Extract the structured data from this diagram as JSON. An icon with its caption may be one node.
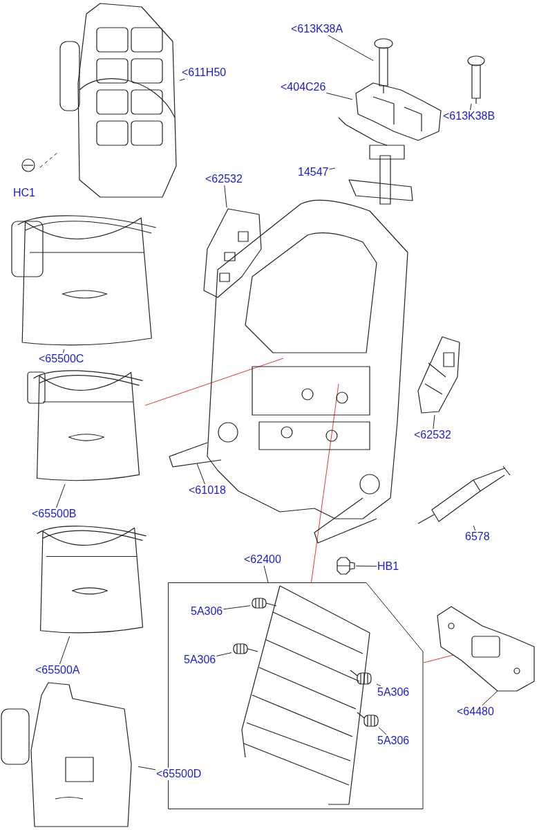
{
  "diagram": {
    "nodes": [
      {
        "text": [
          "<611H50"
        ]
      },
      {
        "text": [],
        "shape": "picture"
      },
      {
        "text": [
          "HC1"
        ]
      },
      {
        "text": [
          "<613K38A"
        ]
      },
      {
        "text": [],
        "shape": "picture"
      },
      {
        "text": [
          "<404C26"
        ]
      },
      {
        "text": [],
        "shape": "picture"
      },
      {
        "text": [
          "<613K38B"
        ]
      },
      {
        "text": [],
        "shape": "picture"
      },
      {
        "text": [
          "14547"
        ]
      },
      {
        "text": [],
        "shape": "picture"
      },
      {
        "text": [
          "<62532"
        ]
      },
      {
        "text": [],
        "shape": "picture"
      },
      {
        "text": [],
        "shape": "picture"
      },
      {
        "text": [
          "<65500C"
        ]
      },
      {
        "text": [],
        "shape": "picture"
      },
      {
        "text": [
          "<62532"
        ]
      },
      {
        "text": [],
        "shape": "picture"
      },
      {
        "text": [],
        "shape": "picture"
      },
      {
        "text": [
          "<61018"
        ]
      },
      {
        "text": [
          "<65500B"
        ]
      },
      {
        "text": [
          "6578"
        ]
      },
      {
        "text": [],
        "shape": "picture"
      },
      {
        "text": [
          "HB1"
        ]
      },
      {
        "text": [],
        "shape": "picture"
      },
      {
        "text": [
          "<62400"
        ]
      },
      {
        "text": [],
        "shape": "box"
      },
      {
        "text": [],
        "shape": "picture",
        "in": 26
      },
      {
        "text": [
          "5A306"
        ],
        "in": 26
      },
      {
        "text": [],
        "shape": "cylinder",
        "in": 27
      },
      {
        "text": [
          "5A306"
        ],
        "in": 26
      },
      {
        "text": [],
        "shape": "cylinder",
        "in": 26
      },
      {
        "text": [
          "5A306"
        ],
        "in": 26
      },
      {
        "text": [],
        "shape": "cylinder",
        "in": 27
      },
      {
        "text": [
          "5A306"
        ],
        "in": 26
      },
      {
        "text": [],
        "shape": "cylinder",
        "in": 26
      },
      {
        "text": [
          "<64480"
        ]
      },
      {
        "text": [],
        "shape": "picture"
      },
      {
        "text": [
          "<65500A"
        ]
      },
      {
        "text": [],
        "shape": "picture"
      },
      {
        "text": [
          "<65500D"
        ]
      },
      {
        "text": [],
        "shape": "picture"
      }
    ],
    "edges": [
      {
        "from": 0,
        "to": 1,
        "arrow": "none"
      },
      {
        "from": 2,
        "to": 1,
        "arrow": "none",
        "style": "dashed"
      },
      {
        "from": 3,
        "to": 4,
        "arrow": "none"
      },
      {
        "from": 5,
        "to": 6,
        "arrow": "none"
      },
      {
        "from": 7,
        "to": 8,
        "arrow": "none"
      },
      {
        "from": 9,
        "to": 10,
        "arrow": "none"
      },
      {
        "from": 11,
        "to": 12,
        "arrow": "none"
      },
      {
        "from": 14,
        "to": 15,
        "arrow": "none"
      },
      {
        "from": 16,
        "to": 17,
        "arrow": "none"
      },
      {
        "from": 20,
        "to": 18,
        "arrow": "none"
      },
      {
        "from": 19,
        "to": 13,
        "arrow": "none"
      },
      {
        "from": 21,
        "to": 22,
        "arrow": "none"
      },
      {
        "from": 23,
        "to": 24,
        "arrow": "none"
      },
      {
        "from": 25,
        "to": 26,
        "arrow": "none"
      },
      {
        "from": 28,
        "to": 29,
        "arrow": "none"
      },
      {
        "from": 30,
        "to": 31,
        "arrow": "none"
      },
      {
        "from": 32,
        "to": 33,
        "arrow": "none"
      },
      {
        "from": 34,
        "to": 35,
        "arrow": "none"
      },
      {
        "from": 36,
        "to": 37,
        "arrow": "none"
      },
      {
        "from": 38,
        "to": 39,
        "arrow": "none"
      },
      {
        "from": 40,
        "to": 41,
        "arrow": "none"
      },
      {
        "from": 18,
        "to": 13,
        "arrow": "none",
        "color": "#e8323c"
      },
      {
        "from": 13,
        "to": 26,
        "arrow": "none",
        "color": "#e8323c"
      },
      {
        "from": 26,
        "to": 37,
        "arrow": "none",
        "color": "#e8323c"
      }
    ]
  }
}
